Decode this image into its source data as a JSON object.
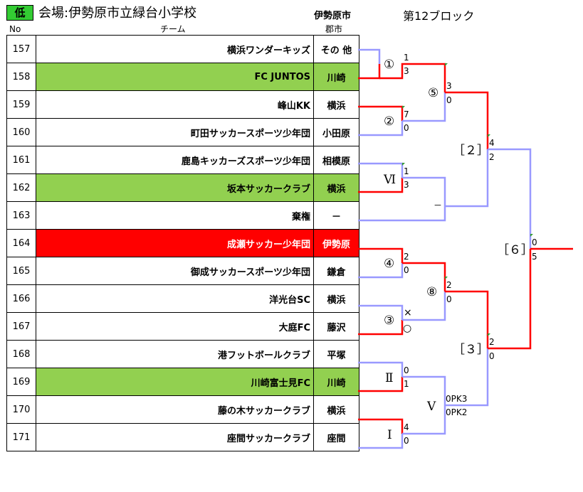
{
  "header": {
    "badge": "低",
    "venue": "会場:伊勢原市立緑台小学校",
    "city": "伊勢原市",
    "block": "第12ブロック",
    "col_no": "No",
    "col_team": "チーム",
    "col_city": "郡市"
  },
  "teams": [
    {
      "no": "157",
      "name": "横浜ワンダーキッズ",
      "city": "その 他",
      "highlight": ""
    },
    {
      "no": "158",
      "name": "FC JUNTOS",
      "city": "川崎",
      "highlight": "green"
    },
    {
      "no": "159",
      "name": "峰山KK",
      "city": "横浜",
      "highlight": ""
    },
    {
      "no": "160",
      "name": "町田サッカースポーツ少年団",
      "city": "小田原",
      "highlight": ""
    },
    {
      "no": "161",
      "name": "鹿島キッカーズスポーツ少年団",
      "city": "相模原",
      "highlight": ""
    },
    {
      "no": "162",
      "name": "坂本サッカークラブ",
      "city": "横浜",
      "highlight": "green"
    },
    {
      "no": "163",
      "name": "棄権",
      "city": "－",
      "highlight": ""
    },
    {
      "no": "164",
      "name": "成瀬サッカー少年団",
      "city": "伊勢原",
      "highlight": "red"
    },
    {
      "no": "165",
      "name": "御成サッカースポーツ少年団",
      "city": "鎌倉",
      "highlight": ""
    },
    {
      "no": "166",
      "name": "洋光台SC",
      "city": "横浜",
      "highlight": ""
    },
    {
      "no": "167",
      "name": "大庭FC",
      "city": "藤沢",
      "highlight": ""
    },
    {
      "no": "168",
      "name": "港フットボールクラブ",
      "city": "平塚",
      "highlight": ""
    },
    {
      "no": "169",
      "name": "川崎富士見FC",
      "city": "川崎",
      "highlight": "green"
    },
    {
      "no": "170",
      "name": "藤の木サッカークラブ",
      "city": "横浜",
      "highlight": ""
    },
    {
      "no": "171",
      "name": "座間サッカークラブ",
      "city": "座間",
      "highlight": ""
    }
  ],
  "bracket": {
    "match_labels": [
      "①",
      "②",
      "Ⅵ",
      "④",
      "③",
      "Ⅱ",
      "Ⅰ",
      "⑤",
      "⑧",
      "Ⅴ",
      "［２］",
      "［３］",
      "［６］"
    ],
    "scores": {
      "m1_top": "1",
      "m1_bot": "3",
      "m2_top": "7",
      "m2_bot": "0",
      "m6_top": "1",
      "m6_bot": "3",
      "m4_top": "2",
      "m4_bot": "0",
      "m3_top": "×",
      "m3_bot": "○",
      "mII_top": "0",
      "mII_bot": "1",
      "mI_top": "4",
      "mI_bot": "0",
      "m5_top": "3",
      "m5_bot": "0",
      "m8_top": "2",
      "m8_bot": "0",
      "mV_top": "0PK3",
      "mV_bot": "0PK2",
      "sf2_top": "4",
      "sf2_bot": "2",
      "sf3_top": "2",
      "sf3_bot": "0",
      "f_top": "0",
      "f_bot": "5",
      "bye": "－"
    }
  },
  "colors": {
    "win": "#ff0000",
    "lose": "#9999ff",
    "green": "#92d050",
    "badge": "#33cc33"
  }
}
